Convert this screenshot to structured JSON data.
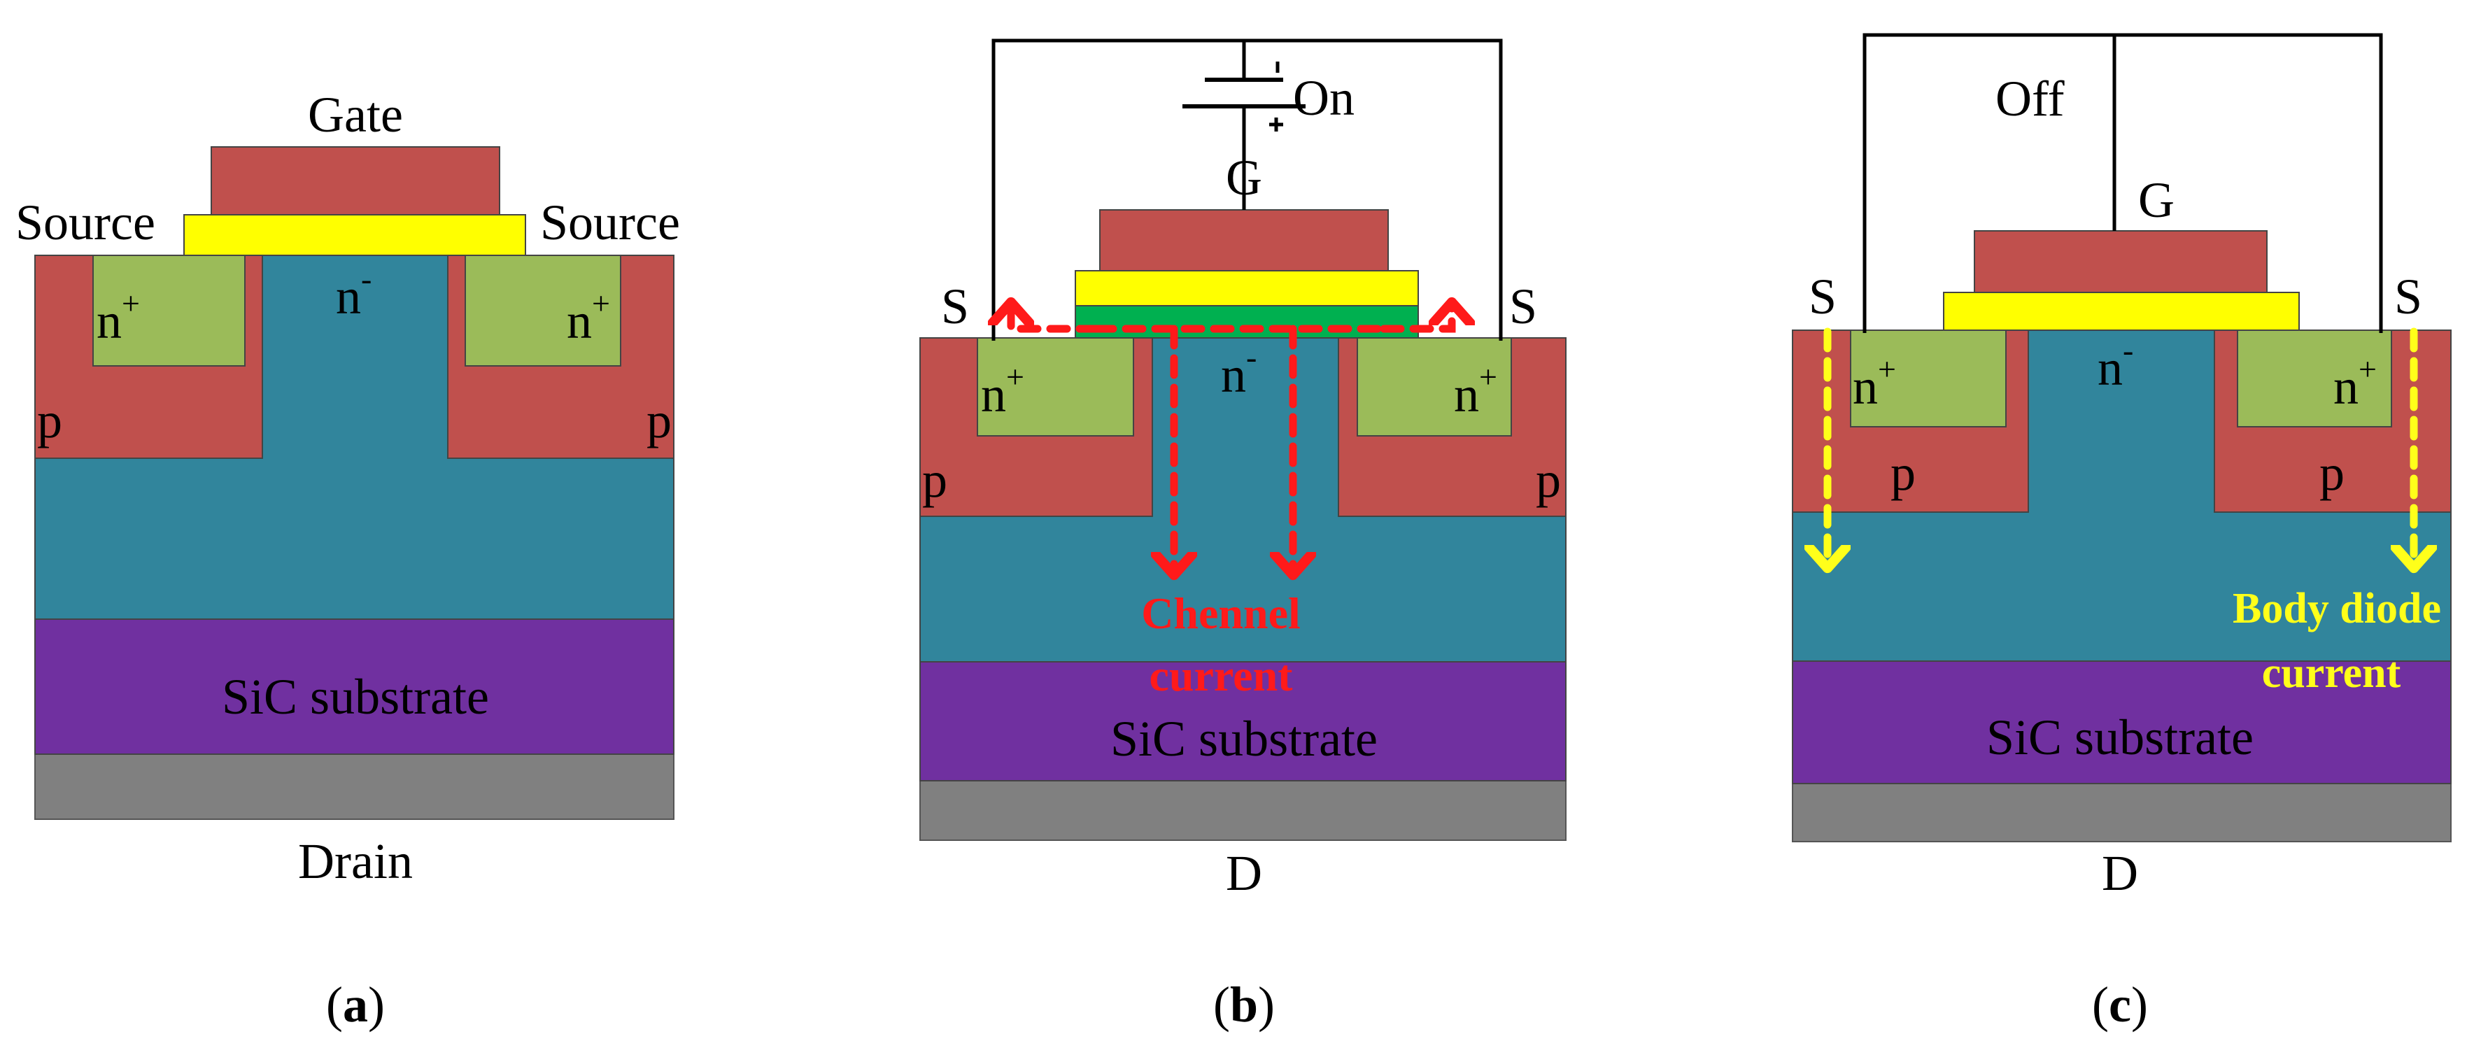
{
  "colors": {
    "p_region": "#c0504d",
    "n_plus": "#9bbb59",
    "drift": "#31859c",
    "substrate": "#7030a0",
    "metal": "#808080",
    "oxide": "#ffff00",
    "channel": "#00b050",
    "channel_current": "#ff1a1a",
    "body_diode_current": "#ffff1a"
  },
  "panel_a": {
    "gate": "Gate",
    "source_left": "Source",
    "source_right": "Source",
    "n_plus_left": "n",
    "n_plus_right": "n",
    "n_minus": "n",
    "plus_sup": "+",
    "minus_sup": "-",
    "p_left": "p",
    "p_right": "p",
    "substrate": "SiC substrate",
    "drain": "Drain",
    "caption_open": "(",
    "caption_letter": "a",
    "caption_close": ")"
  },
  "panel_b": {
    "state": "On",
    "gate": "G",
    "source_left": "S",
    "source_right": "S",
    "n_plus_left": "n",
    "n_plus_right": "n",
    "n_minus": "n",
    "plus_sup": "+",
    "minus_sup": "-",
    "p_left": "p",
    "p_right": "p",
    "current_line1": "Chennel",
    "current_line2": "current",
    "substrate": "SiC substrate",
    "drain": "D",
    "caption_open": "(",
    "caption_letter": "b",
    "caption_close": ")"
  },
  "panel_c": {
    "state": "Off",
    "gate": "G",
    "source_left": "S",
    "source_right": "S",
    "n_plus_left": "n",
    "n_plus_right": "n",
    "n_minus": "n",
    "plus_sup": "+",
    "minus_sup": "-",
    "p_left": "p",
    "p_right": "p",
    "current_line1": "Body diode",
    "current_line2": "current",
    "substrate": "SiC substrate",
    "drain": "D",
    "caption_open": "(",
    "caption_letter": "c",
    "caption_close": ")"
  }
}
